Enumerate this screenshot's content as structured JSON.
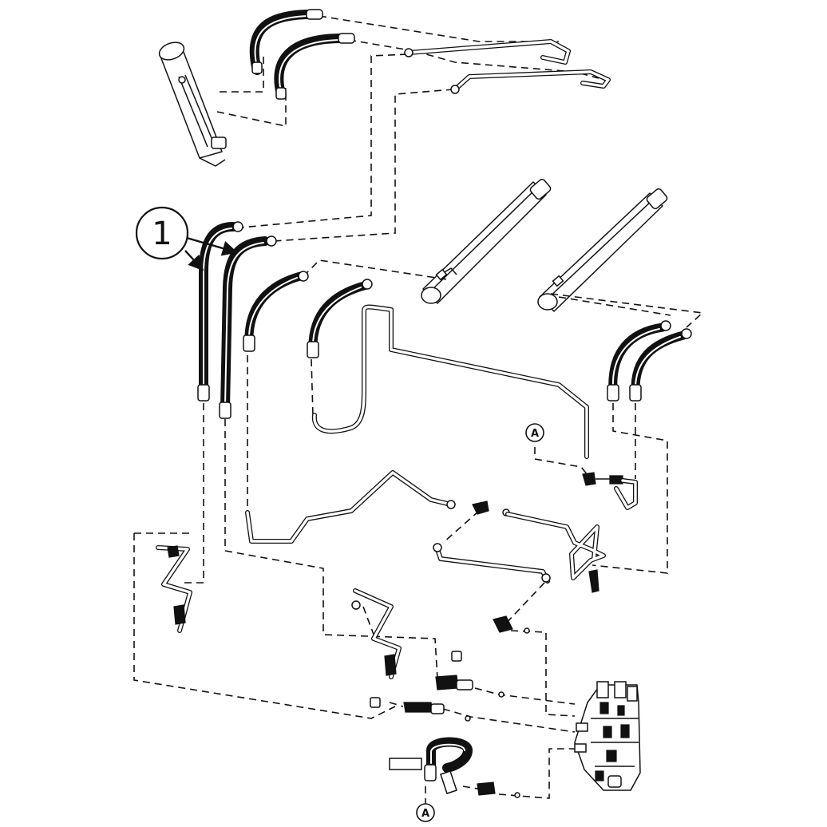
{
  "callout": {
    "number": "1"
  },
  "reference_marks": [
    {
      "letter": "A"
    },
    {
      "letter": "A"
    }
  ],
  "icons": [
    "hydraulic-cylinder-icon",
    "hydraulic-hose-icon",
    "steel-tube-icon",
    "control-valve-icon",
    "fitting-icon"
  ]
}
